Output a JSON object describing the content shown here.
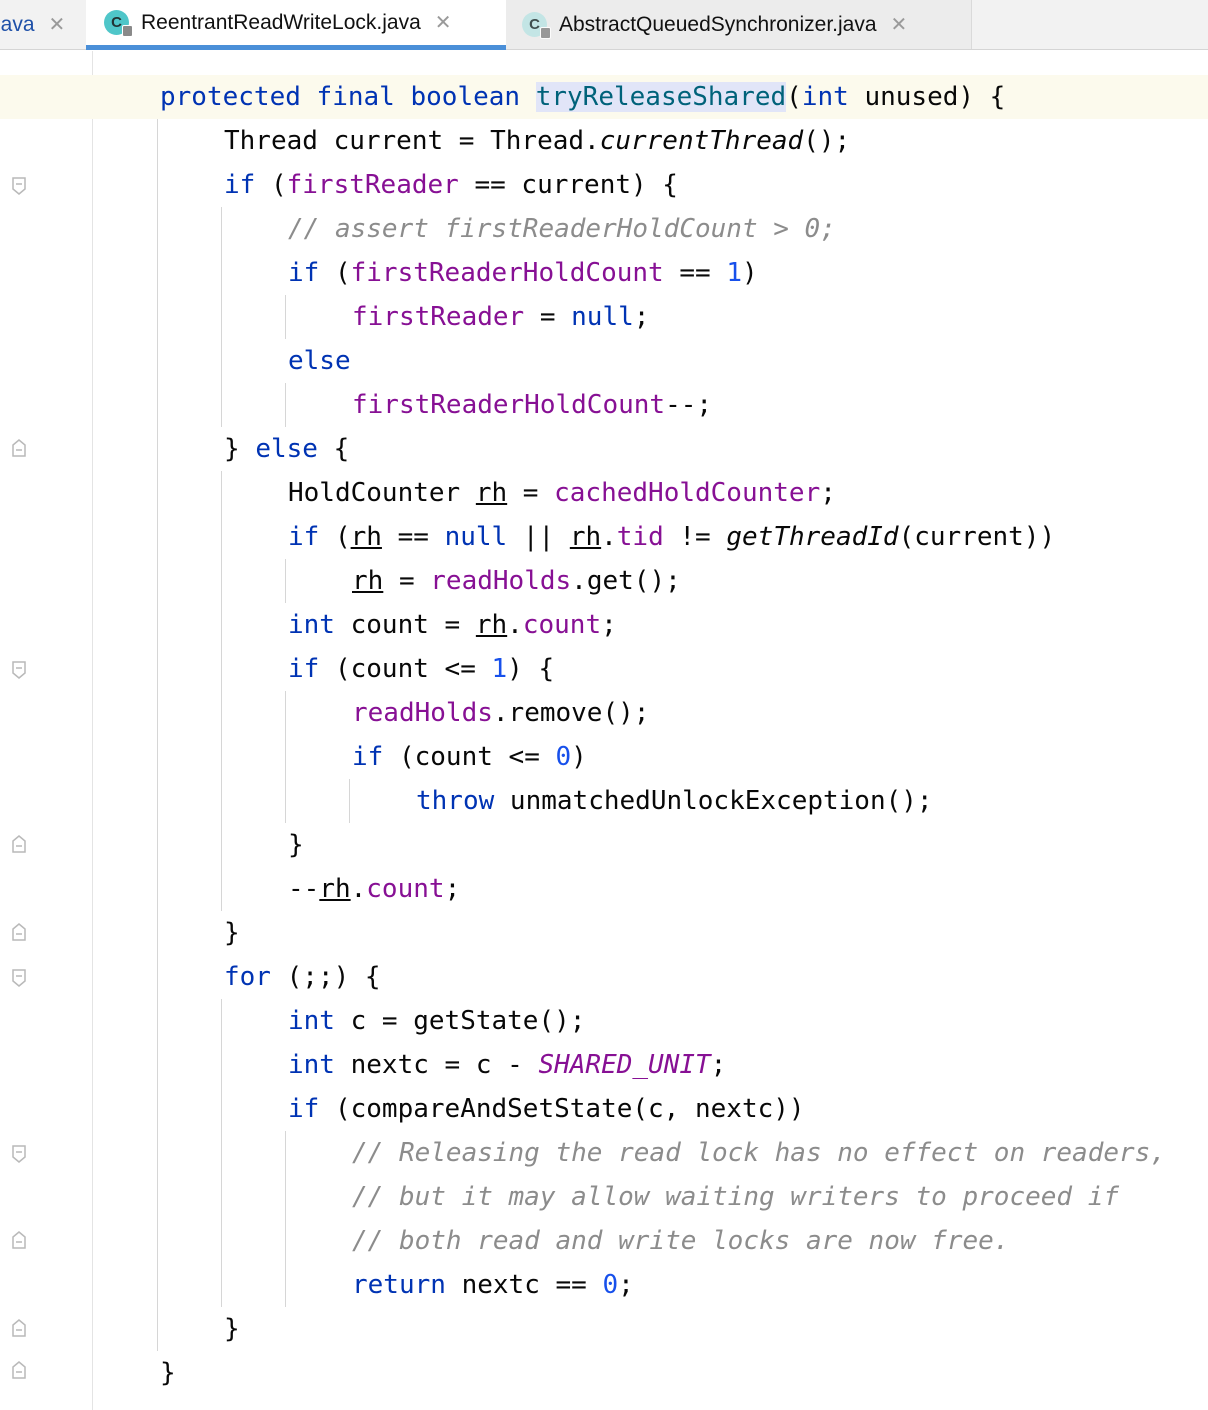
{
  "tabs": [
    {
      "label": "java",
      "active": false
    },
    {
      "label": "ReentrantReadWriteLock.java",
      "active": true,
      "icon": "class-icon"
    },
    {
      "label": "AbstractQueuedSynchronizer.java",
      "active": false,
      "icon": "class-icon"
    }
  ],
  "icon_letter": "C",
  "close_glyph": "✕",
  "code": {
    "l1": {
      "kw1": "protected",
      "kw2": "final",
      "kw3": "boolean",
      "method": "tryReleaseShared",
      "kw4": "int",
      "rest": " unused) {"
    },
    "l2": {
      "a": "Thread current = Thread.",
      "m": "currentThread",
      "b": "();"
    },
    "l3": {
      "kw": "if",
      "a": " (",
      "f": "firstReader",
      "b": " == current) {"
    },
    "l4": {
      "comment": "// assert firstReaderHoldCount > 0;"
    },
    "l5": {
      "kw": "if",
      "a": " (",
      "f": "firstReaderHoldCount",
      "b": " == ",
      "n": "1",
      "c": ")"
    },
    "l6": {
      "f": "firstReader",
      "a": " = ",
      "kw": "null",
      "b": ";"
    },
    "l7": {
      "kw": "else"
    },
    "l8": {
      "f": "firstReaderHoldCount",
      "a": "--;"
    },
    "l9": {
      "a": "} ",
      "kw": "else",
      "b": " {"
    },
    "l10": {
      "a": "HoldCounter ",
      "v": "rh",
      "b": " = ",
      "f": "cachedHoldCounter",
      "c": ";"
    },
    "l11": {
      "kw": "if",
      "a": " (",
      "v1": "rh",
      "b": " == ",
      "kw2": "null",
      "c": " || ",
      "v2": "rh",
      "d": ".",
      "f": "tid",
      "e": " != ",
      "m": "getThreadId",
      "g": "(current))"
    },
    "l12": {
      "v": "rh",
      "a": " = ",
      "f": "readHolds",
      "b": ".get();"
    },
    "l13": {
      "kw": "int",
      "a": " count = ",
      "v": "rh",
      "b": ".",
      "f": "count",
      "c": ";"
    },
    "l14": {
      "kw": "if",
      "a": " (count <= ",
      "n": "1",
      "b": ") {"
    },
    "l15": {
      "f": "readHolds",
      "a": ".remove();"
    },
    "l16": {
      "kw": "if",
      "a": " (count <= ",
      "n": "0",
      "b": ")"
    },
    "l17": {
      "kw": "throw",
      "a": " unmatchedUnlockException();"
    },
    "l18": {
      "a": "}"
    },
    "l19": {
      "a": "--",
      "v": "rh",
      "b": ".",
      "f": "count",
      "c": ";"
    },
    "l20": {
      "a": "}"
    },
    "l21": {
      "kw": "for",
      "a": " (;;) {"
    },
    "l22": {
      "kw": "int",
      "a": " c = getState();"
    },
    "l23": {
      "kw": "int",
      "a": " nextc = c - ",
      "f": "SHARED_UNIT",
      "b": ";"
    },
    "l24": {
      "kw": "if",
      "a": " (compareAndSetState(c, nextc))"
    },
    "l25": {
      "comment": "// Releasing the read lock has no effect on readers,"
    },
    "l26": {
      "comment": "// but it may allow waiting writers to proceed if"
    },
    "l27": {
      "comment": "// both read and write locks are now free."
    },
    "l28": {
      "kw": "return",
      "a": " nextc == ",
      "n": "0",
      "b": ";"
    },
    "l29": {
      "a": "}"
    },
    "l30": {
      "a": "}"
    }
  }
}
